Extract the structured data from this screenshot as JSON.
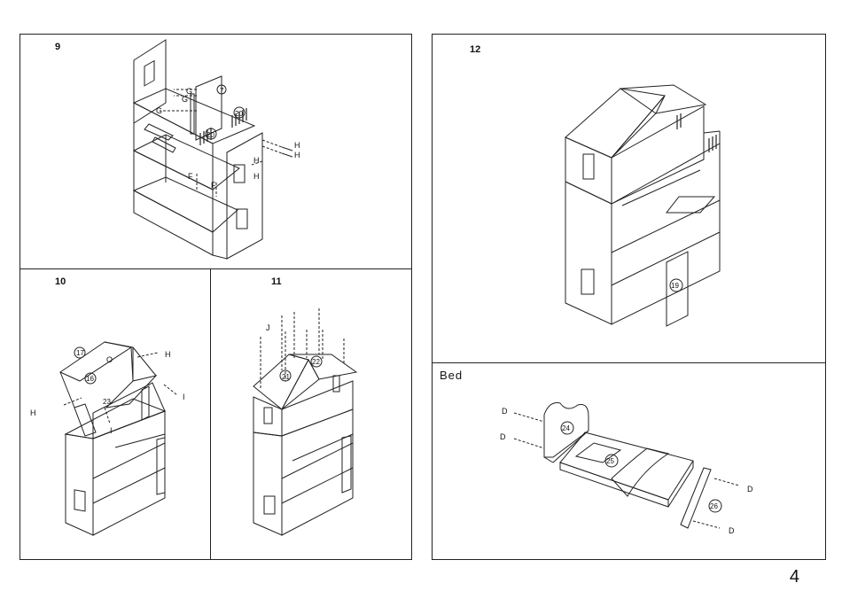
{
  "page_number": "4",
  "steps": {
    "s9": {
      "number": "9"
    },
    "s10": {
      "number": "10"
    },
    "s11": {
      "number": "11"
    },
    "s12": {
      "number": "12"
    },
    "bed": {
      "title": "Bed"
    }
  },
  "callouts": {
    "s9": {
      "G1": "G",
      "G2": "G",
      "G3": "G",
      "p7": "7",
      "p20a": "20",
      "p20b": "20",
      "H1": "H",
      "H2": "H",
      "H3": "H",
      "H4": "H",
      "F1": "F",
      "F2": "F"
    },
    "s10": {
      "p17": "17",
      "O": "O",
      "H1": "H",
      "H2": "H",
      "p16": "16",
      "p23": "23",
      "I1": "I",
      "I2": "I"
    },
    "s11": {
      "J": "J",
      "p21": "21",
      "p22": "22"
    },
    "s12": {
      "p19": "19"
    },
    "bed": {
      "D1": "D",
      "D2": "D",
      "D3": "D",
      "D4": "D",
      "p24": "24",
      "p25": "25",
      "p26": "26"
    }
  }
}
